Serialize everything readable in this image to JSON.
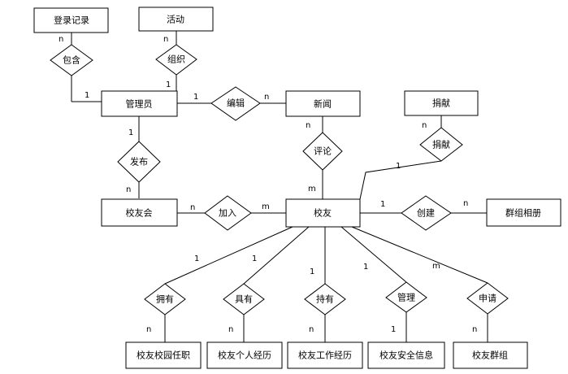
{
  "entities": {
    "login": "登录记录",
    "activity": "活动",
    "admin": "管理员",
    "news": "新闻",
    "donation": "捐献",
    "alumni_assoc": "校友会",
    "alumni": "校友",
    "group_album": "群组相册",
    "school_job": "校友校园任职",
    "personal_exp": "校友个人经历",
    "work_exp": "校友工作经历",
    "security": "校友安全信息",
    "group": "校友群组"
  },
  "relations": {
    "contain": "包含",
    "organize": "组织",
    "edit": "编辑",
    "publish": "发布",
    "comment": "评论",
    "donate": "捐献",
    "join": "加入",
    "create": "创建",
    "own": "拥有",
    "have": "具有",
    "hold": "持有",
    "manage": "管理",
    "apply": "申请"
  },
  "cardinalities": {
    "contain_login": "n",
    "contain_admin": "1",
    "organize_activity": "n",
    "organize_admin": "1",
    "edit_admin": "1",
    "edit_news": "n",
    "publish_admin": "1",
    "publish_assoc": "n",
    "comment_news": "n",
    "comment_alumni": "m",
    "donate_donation": "n",
    "donate_alumni": "1",
    "join_assoc": "n",
    "join_alumni": "m",
    "create_alumni": "1",
    "create_album": "n",
    "own_alumni": "1",
    "own_job": "n",
    "have_alumni": "1",
    "have_exp": "n",
    "hold_alumni": "1",
    "hold_work": "n",
    "manage_alumni": "1",
    "manage_security": "1",
    "apply_alumni": "m",
    "apply_group": "n"
  }
}
